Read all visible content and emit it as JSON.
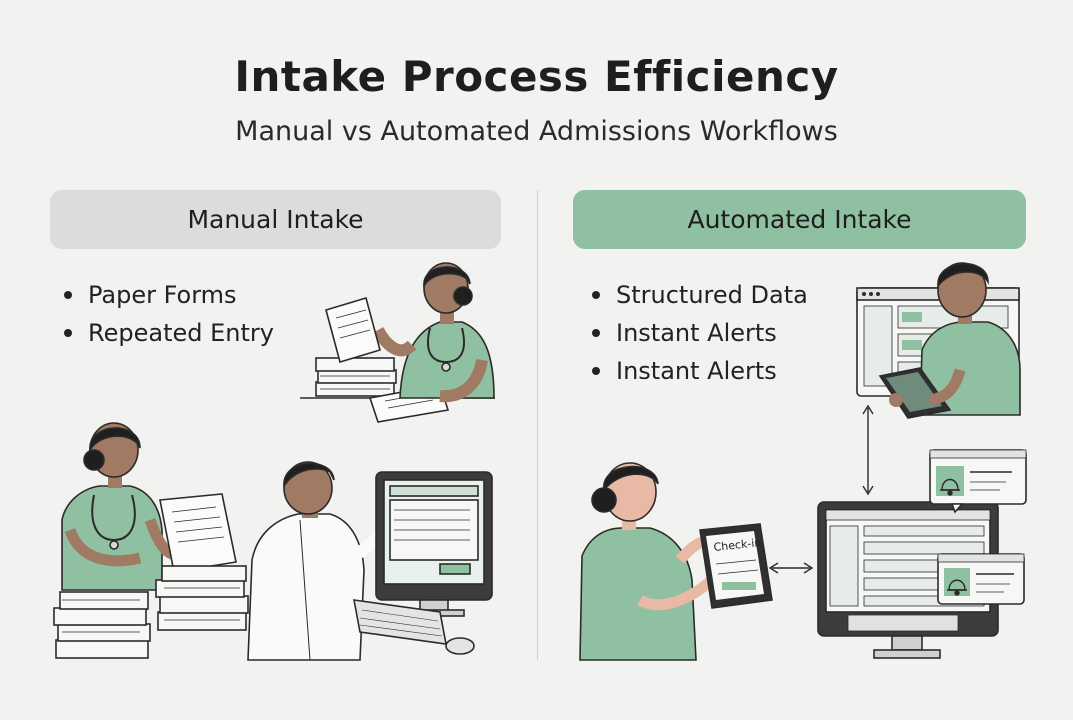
{
  "title": "Intake Process Efficiency",
  "subtitle": "Manual vs Automated Admissions Workflows",
  "manual": {
    "heading": "Manual Intake",
    "bullets": [
      "Paper Forms",
      "Repeated Entry"
    ]
  },
  "automated": {
    "heading": "Automated Intake",
    "bullets": [
      "Structured Data",
      "Instant Alerts",
      "Instant Alerts"
    ],
    "tablet_label": "Check-in"
  },
  "colors": {
    "background": "#f2f2f0",
    "scrubs_green": "#8fc0a2",
    "manual_pill": "#dcdcda",
    "skin": "#a07a62",
    "hair": "#1f1f1f"
  },
  "icons": [
    "stethoscope-icon",
    "bell-icon",
    "paper-stack-icon",
    "monitor-icon",
    "tablet-icon",
    "keyboard-icon",
    "mouse-icon"
  ]
}
